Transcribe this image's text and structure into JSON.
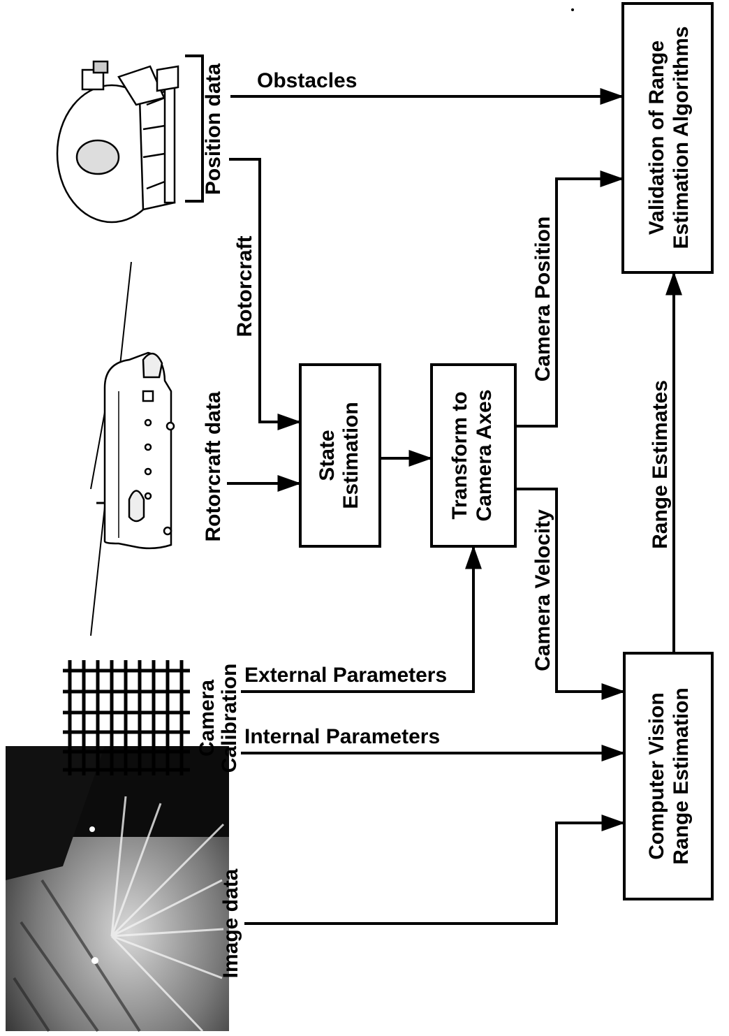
{
  "diagram": {
    "inputs": {
      "image_data": "Image data",
      "camera_calibration_line1": "Camera",
      "camera_calibration_line2": "Calibration",
      "rotorcraft_data": "Rotorcraft data",
      "position_data": "Position data"
    },
    "edges": {
      "external_parameters": "External Parameters",
      "internal_parameters": "Internal Parameters",
      "rotorcraft": "Rotorcraft",
      "obstacles": "Obstacles",
      "camera_position": "Camera Position",
      "camera_velocity": "Camera Velocity",
      "range_estimates": "Range Estimates"
    },
    "blocks": {
      "state_estimation_line1": "State",
      "state_estimation_line2": "Estimation",
      "transform_line1": "Transform to",
      "transform_line2": "Camera Axes",
      "computer_vision_line1": "Computer Vision",
      "computer_vision_line2": "Range Estimation",
      "validation_line1": "Validation of  Range",
      "validation_line2": "Estimation Algorithms"
    },
    "icons": {
      "camera_image": "camera-image-photo",
      "calibration_grid": "calibration-grid-icon",
      "helicopter": "helicopter-icon",
      "motion_platform": "motion-platform-icon"
    }
  }
}
